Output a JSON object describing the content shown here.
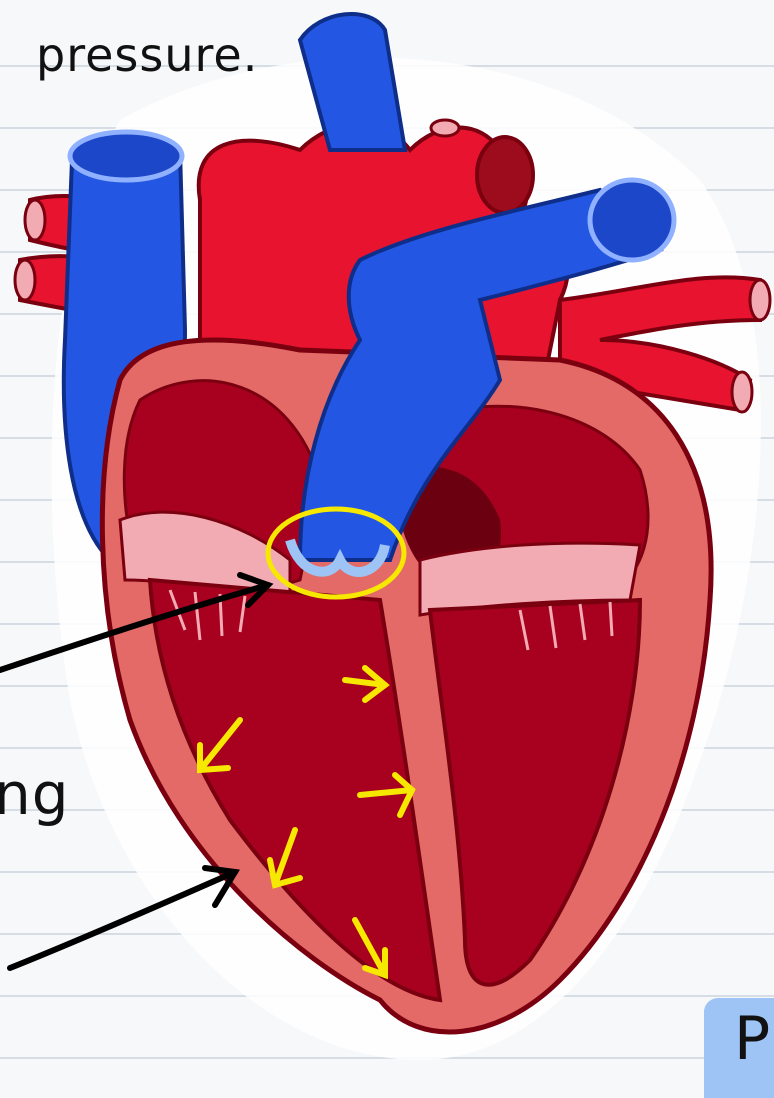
{
  "title_fragment": "pressure.",
  "side_fragment": "ng",
  "corner_fragment": "P",
  "colors": {
    "notebook_line": "#d6dde4",
    "aorta_red": "#e8132f",
    "vein_blue": "#2357e3",
    "myocardium": "#e36a66",
    "chamber_dark": "#a8001f",
    "valve_pink": "#f2aab3",
    "highlight_yellow": "#f6e800",
    "corner_note_blue": "#9ec3f5"
  },
  "icons": [
    "arrow-icon",
    "yellow-arrow-icon",
    "highlight-circle-icon"
  ]
}
